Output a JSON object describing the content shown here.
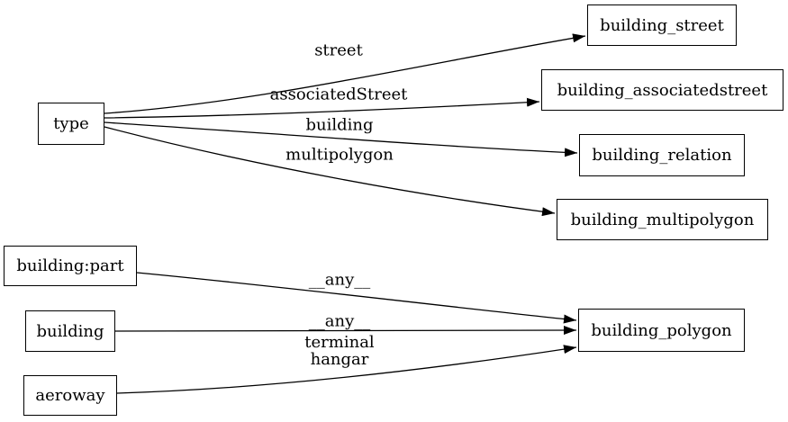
{
  "diagram": {
    "colors": {
      "background": "#ffffff",
      "node_border": "#000000",
      "node_fill": "#ffffff",
      "edge": "#000000",
      "text": "#000000"
    },
    "nodes": [
      {
        "id": "type",
        "label": "type"
      },
      {
        "id": "building_street",
        "label": "building_street"
      },
      {
        "id": "building_associatedstreet",
        "label": "building_associatedstreet"
      },
      {
        "id": "building_relation",
        "label": "building_relation"
      },
      {
        "id": "building_multipolygon",
        "label": "building_multipolygon"
      },
      {
        "id": "building:part",
        "label": "building:part"
      },
      {
        "id": "building",
        "label": "building"
      },
      {
        "id": "aeroway",
        "label": "aeroway"
      },
      {
        "id": "building_polygon",
        "label": "building_polygon"
      }
    ],
    "edges": [
      {
        "from": "type",
        "to": "building_street",
        "label": "street"
      },
      {
        "from": "type",
        "to": "building_associatedstreet",
        "label": "associatedStreet"
      },
      {
        "from": "type",
        "to": "building_relation",
        "label": "building"
      },
      {
        "from": "type",
        "to": "building_multipolygon",
        "label": "multipolygon"
      },
      {
        "from": "building:part",
        "to": "building_polygon",
        "label": "__any__"
      },
      {
        "from": "building",
        "to": "building_polygon",
        "label": "__any__"
      },
      {
        "from": "aeroway",
        "to": "building_polygon",
        "label": "terminal\nhangar"
      }
    ]
  }
}
